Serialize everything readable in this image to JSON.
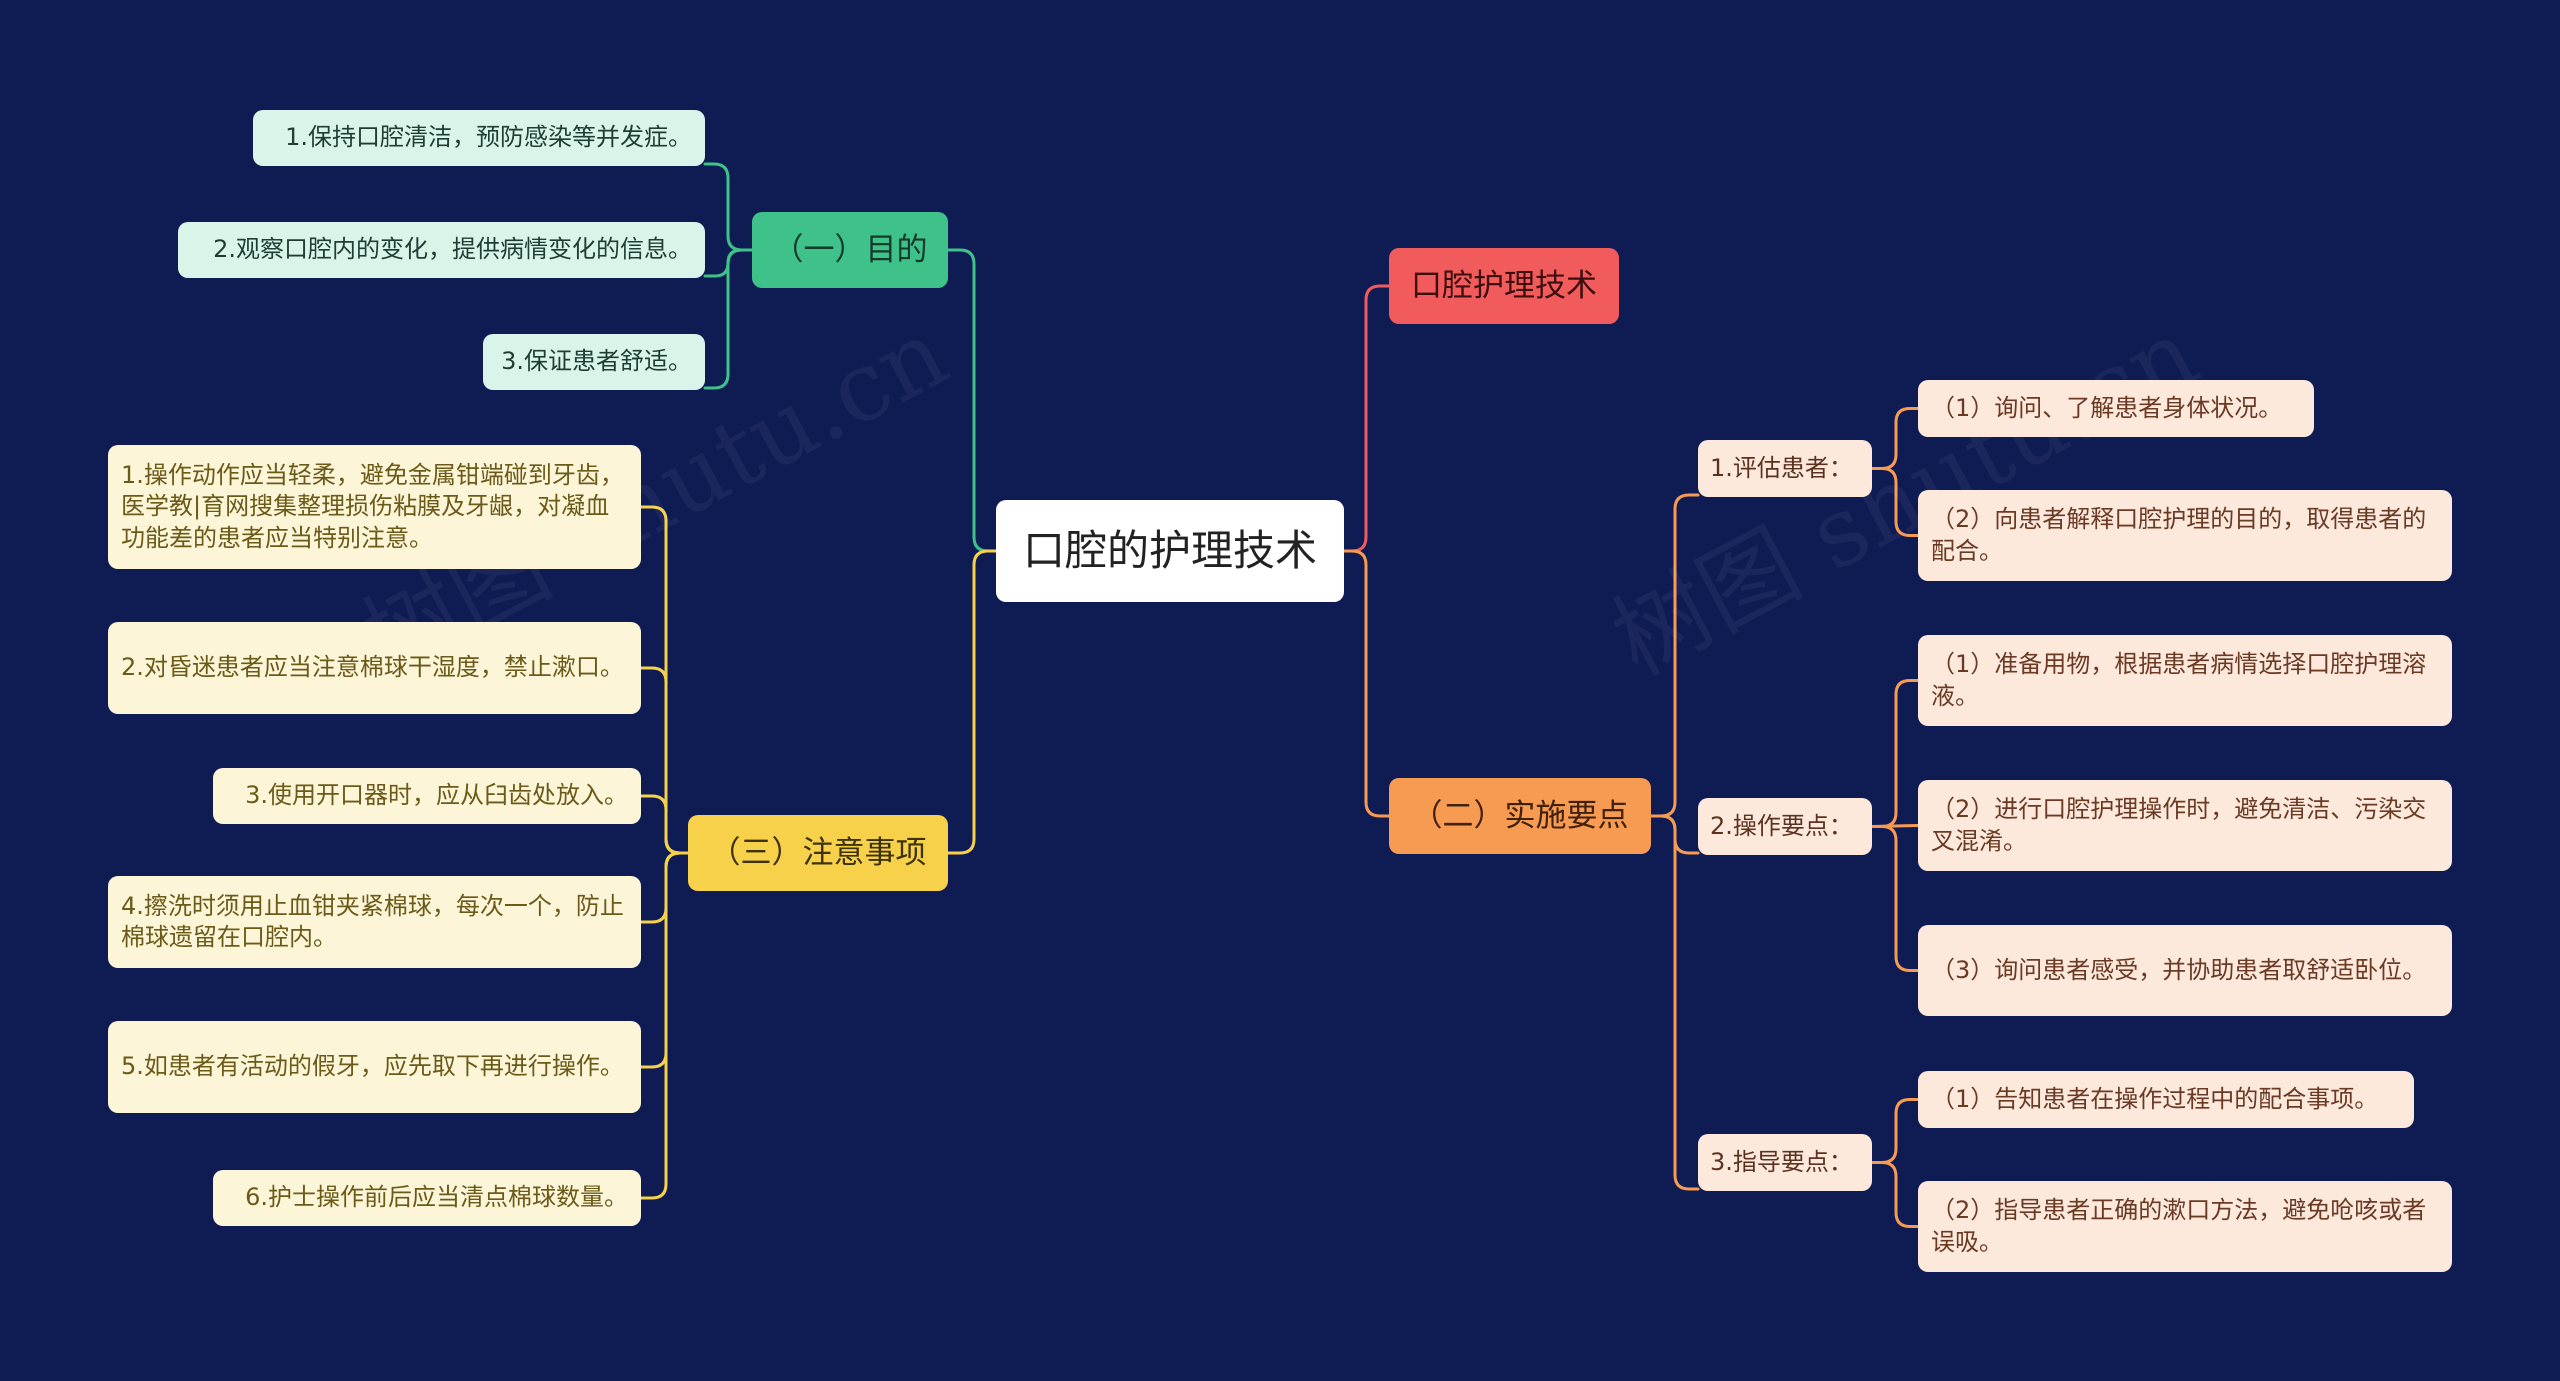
{
  "root": {
    "title": "口腔的护理技术"
  },
  "branches": {
    "goal": {
      "label": "（一）目的",
      "color": "#3ec28a",
      "items": [
        "1.保持口腔清洁，预防感染等并发症。",
        "2.观察口腔内的变化，提供病情变化的信息。",
        "3.保证患者舒适。"
      ]
    },
    "notes": {
      "label": "（三）注意事项",
      "color": "#f7d14a",
      "items": [
        "1.操作动作应当轻柔，避免金属钳端碰到牙齿，医学教|育网搜集整理损伤粘膜及牙龈，对凝血功能差的患者应当特别注意。",
        "2.对昏迷患者应当注意棉球干湿度，禁止漱口。",
        "3.使用开口器时，应从臼齿处放入。",
        "4.擦洗时须用止血钳夹紧棉球，每次一个，防止棉球遗留在口腔内。",
        "5.如患者有活动的假牙，应先取下再进行操作。",
        "6.护士操作前后应当清点棉球数量。"
      ]
    },
    "topic": {
      "label": "口腔护理技术",
      "color": "#f15b5b"
    },
    "implementation": {
      "label": "（二）实施要点",
      "color": "#f79a52",
      "groups": [
        {
          "label": "1.评估患者：",
          "items": [
            "（1）询问、了解患者身体状况。",
            "（2）向患者解释口腔护理的目的，取得患者的配合。"
          ]
        },
        {
          "label": "2.操作要点：",
          "items": [
            "（1）准备用物，根据患者病情选择口腔护理溶液。",
            "（2）进行口腔护理操作时，避免清洁、污染交叉混淆。",
            "（3）询问患者感受，并协助患者取舒适卧位。"
          ]
        },
        {
          "label": "3.指导要点：",
          "items": [
            "（1）告知患者在操作过程中的配合事项。",
            "（2）指导患者正确的漱口方法，避免呛咳或者误吸。"
          ]
        }
      ]
    }
  },
  "colors": {
    "background": "#0f1c54",
    "line_green": "#3ec28a",
    "line_yellow": "#f7d14a",
    "line_red": "#f15b5b",
    "line_orange": "#f79a52"
  }
}
